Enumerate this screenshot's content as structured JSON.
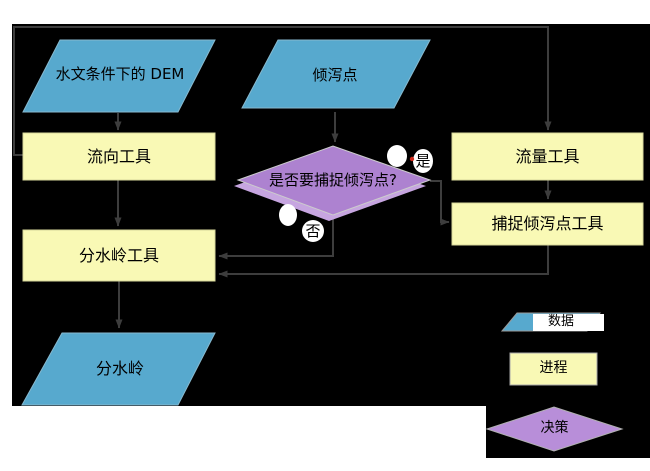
{
  "flowchart": {
    "nodes": {
      "dem": {
        "label": "水文条件下的 DEM",
        "type": "data"
      },
      "pour_points": {
        "label": "倾泻点",
        "type": "data"
      },
      "flow_direction": {
        "label": "流向工具",
        "type": "process"
      },
      "flow_accumulation": {
        "label": "流量工具",
        "type": "process"
      },
      "decision": {
        "label": "是否要捕捉倾泻点?",
        "type": "decision"
      },
      "snap_pour_point": {
        "label": "捕捉倾泻点工具",
        "type": "process"
      },
      "watershed_tool": {
        "label": "分水岭工具",
        "type": "process"
      },
      "watershed": {
        "label": "分水岭",
        "type": "data"
      }
    },
    "branch_labels": {
      "yes": "是",
      "no": "否"
    },
    "legend": {
      "data_label": "数据",
      "process_label": "进程",
      "decision_label": "决策"
    },
    "colors": {
      "canvas": "#000000",
      "page": "#ffffff",
      "data_fill": "#57a9ce",
      "process_fill": "#f9f9b5",
      "decision_fill": "#ad82d0",
      "decision_shadow": "#c6a5e0",
      "legend_decision_fill": "#b88ed9",
      "connector": "#3d3d3d",
      "callout_fill": "#ffffff",
      "accent_dot": "#cf2a1b"
    }
  }
}
